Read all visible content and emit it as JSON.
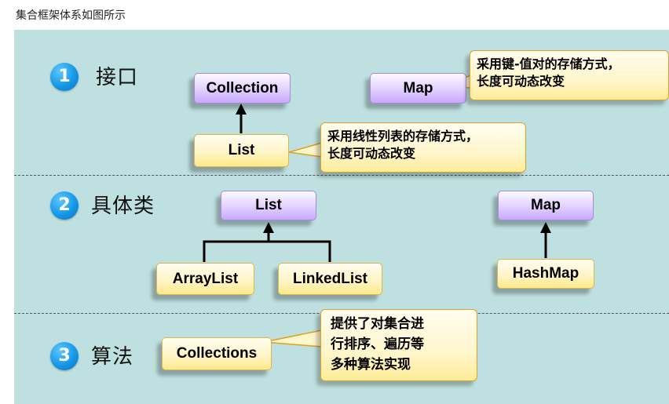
{
  "page_title": "集合框架体系如图所示",
  "sections": [
    {
      "number": "1",
      "label": "接口"
    },
    {
      "number": "2",
      "label": "具体类"
    },
    {
      "number": "3",
      "label": "算法"
    }
  ],
  "nodes": {
    "collection": "Collection",
    "map_interface": "Map",
    "list_interface": "List",
    "list_class": "List",
    "map_class": "Map",
    "arraylist": "ArrayList",
    "linkedlist": "LinkedList",
    "hashmap": "HashMap",
    "collections": "Collections"
  },
  "callouts": {
    "map": [
      "采用键-值对的存储方式，",
      "长度可动态改变"
    ],
    "list": [
      "采用线性列表的存储方式，",
      "长度可动态改变"
    ],
    "collections": [
      "提供了对集合进",
      "行排序、遍历等",
      "多种算法实现"
    ]
  },
  "colors": {
    "background": "#bfe0e0",
    "number_badge": "#1598e6",
    "interface_box": "#d9c4ff",
    "class_box": "#fff3b8",
    "callout_border": "#e0a020"
  }
}
